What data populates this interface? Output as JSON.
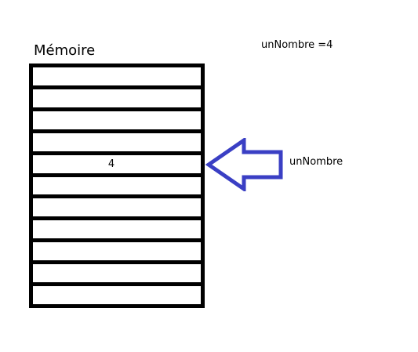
{
  "diagram": {
    "title": "Mémoire",
    "assignment_text": "unNombre =4",
    "memory_cells": [
      "",
      "",
      "",
      "",
      "4",
      "",
      "",
      "",
      "",
      "",
      ""
    ],
    "pointer": {
      "label": "unNombre",
      "target_cell_index": 4,
      "color": "#3a3fc4"
    }
  }
}
